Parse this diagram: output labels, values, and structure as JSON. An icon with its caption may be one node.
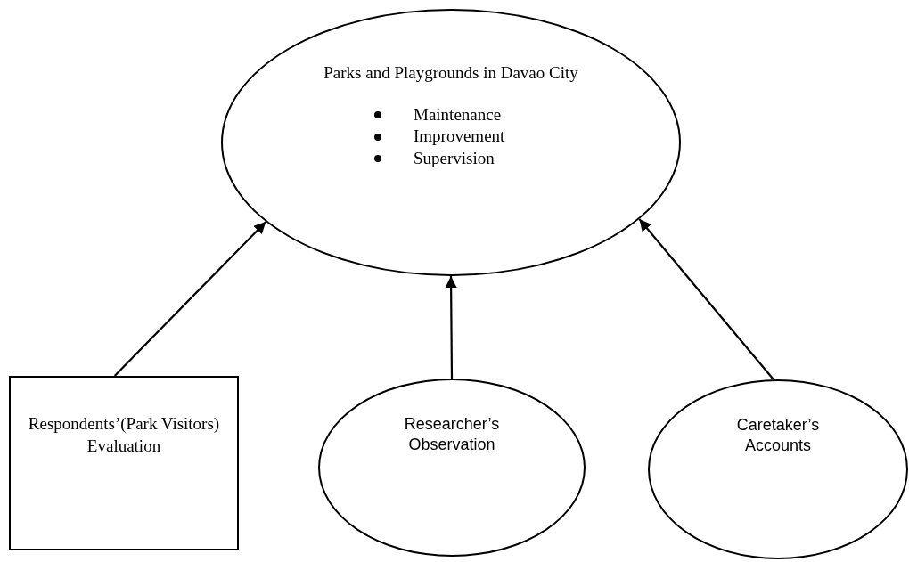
{
  "diagram": {
    "nodes": [
      {
        "text": [
          "Parks and Playgrounds in Davao City",
          "Maintenance",
          "Improvement",
          "Supervision"
        ]
      },
      {
        "text": [
          "Respondents’(Park Visitors) Evaluation"
        ]
      },
      {
        "text": [
          "Researcher’s Observation"
        ]
      },
      {
        "text": [
          "Caretaker’s Accounts"
        ]
      }
    ],
    "edges": [
      {
        "from": 1,
        "to": 0,
        "arrow": "to"
      },
      {
        "from": 2,
        "to": 0,
        "arrow": "to"
      },
      {
        "from": 3,
        "to": 0,
        "arrow": "to"
      }
    ]
  }
}
